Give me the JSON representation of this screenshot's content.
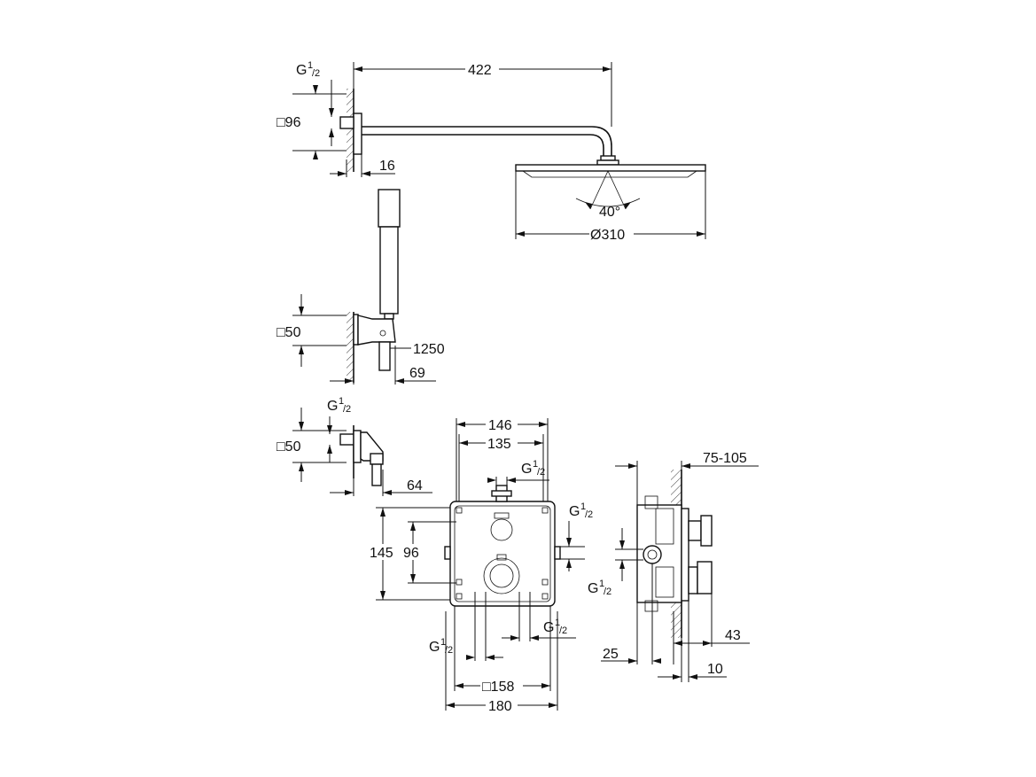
{
  "labels": {
    "l422": "422",
    "g_top": "G",
    "g_top_num": "1",
    "g_top_den": "/2",
    "sq96": "□96",
    "l16": "16",
    "l40": "40°",
    "d310": "Ø310",
    "sq50_a": "□50",
    "l1250": "1250",
    "l69": "69",
    "g_mid": "G",
    "g_mid_num": "1",
    "g_mid_den": "/2",
    "sq50_b": "□50",
    "l64": "64",
    "l146": "146",
    "l135": "135",
    "g_box_top": "G",
    "g_box_top_num": "1",
    "g_box_top_den": "/2",
    "g_box_right": "G",
    "g_box_right_num": "1",
    "g_box_right_den": "/2",
    "l145": "145",
    "l96": "96",
    "g_box_bl": "G",
    "g_box_bl_num": "1",
    "g_box_bl_den": "/2",
    "g_box_br": "G",
    "g_box_br_num": "1",
    "g_box_br_den": "/2",
    "sq158": "□158",
    "l180": "180",
    "l75_105": "75-105",
    "g_side": "G",
    "g_side_num": "1",
    "g_side_den": "/2",
    "l25": "25",
    "l43": "43",
    "l10": "10"
  }
}
